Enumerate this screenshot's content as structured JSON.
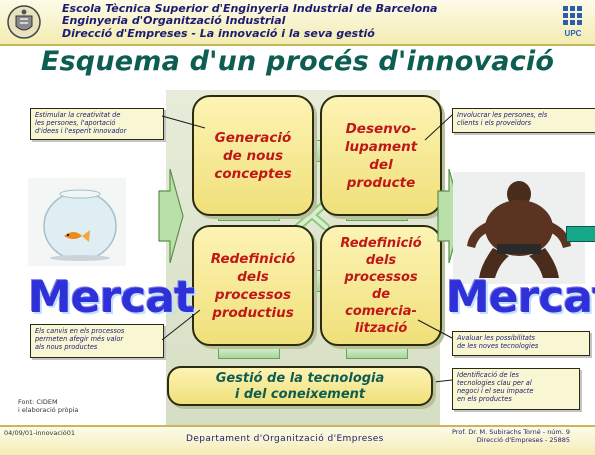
{
  "header": {
    "line1": "Escola Tècnica Superior d'Enginyeria Industrial de Barcelona",
    "line2": "Enginyeria d'Organització Industrial",
    "line3": "Direcció d'Empreses - La innovació i la seva gestió",
    "logo_left": "school-seal-icon",
    "logo_right": "upc-logo-icon",
    "logo_right_text": "UPC"
  },
  "title": "Esquema d'un procés d'innovació",
  "boxes": {
    "generacio": "Generació\nde nous\nconceptes",
    "desenvolupament": "Desenvo-\nlupament\ndel\nproducte",
    "redefinicio_productius": "Redefinició\ndels\nprocessos\nproductius",
    "redefinicio_comercialitzacio": "Redefinició\ndels\nprocessos\nde\ncomercia-\nlització",
    "gestio": "Gestió de la tecnologia\ni del coneixement"
  },
  "notes": {
    "creativitat": "Estimular la creativitat de\nles persones, l'aportació\nd'idees i l'esperit innovador",
    "involucrar": "Involucrar les persones, els\nclients i els proveïdors",
    "canvis": "Els canvis en els processos\npermeten afegir més valor\nals nous productes",
    "avaluar": "Avaluar les possibilitats\nde les noves tecnologies",
    "identificacio": "Identificació de les\ntecnologies clau per al\nnegoci i el seu impacte\nen els productes"
  },
  "market": {
    "left": "Mercat",
    "right": "Mercat"
  },
  "images": {
    "left": "goldfish-bowl-image",
    "right": "sumo-wrestler-image"
  },
  "source": "Font: CIDEM\ni elaboració pròpia",
  "footer": {
    "left": "04/09/01-innovació01",
    "center": "Departament d'Organització d'Empreses",
    "right": "Prof. Dr. M. Subirachs Torné - núm. 9\nDirecció d'Empreses - 25885"
  },
  "colors": {
    "title": "#0e5d52",
    "box_text": "#c01818",
    "mercat": "#3030d8",
    "header_text": "#1c1c70"
  }
}
